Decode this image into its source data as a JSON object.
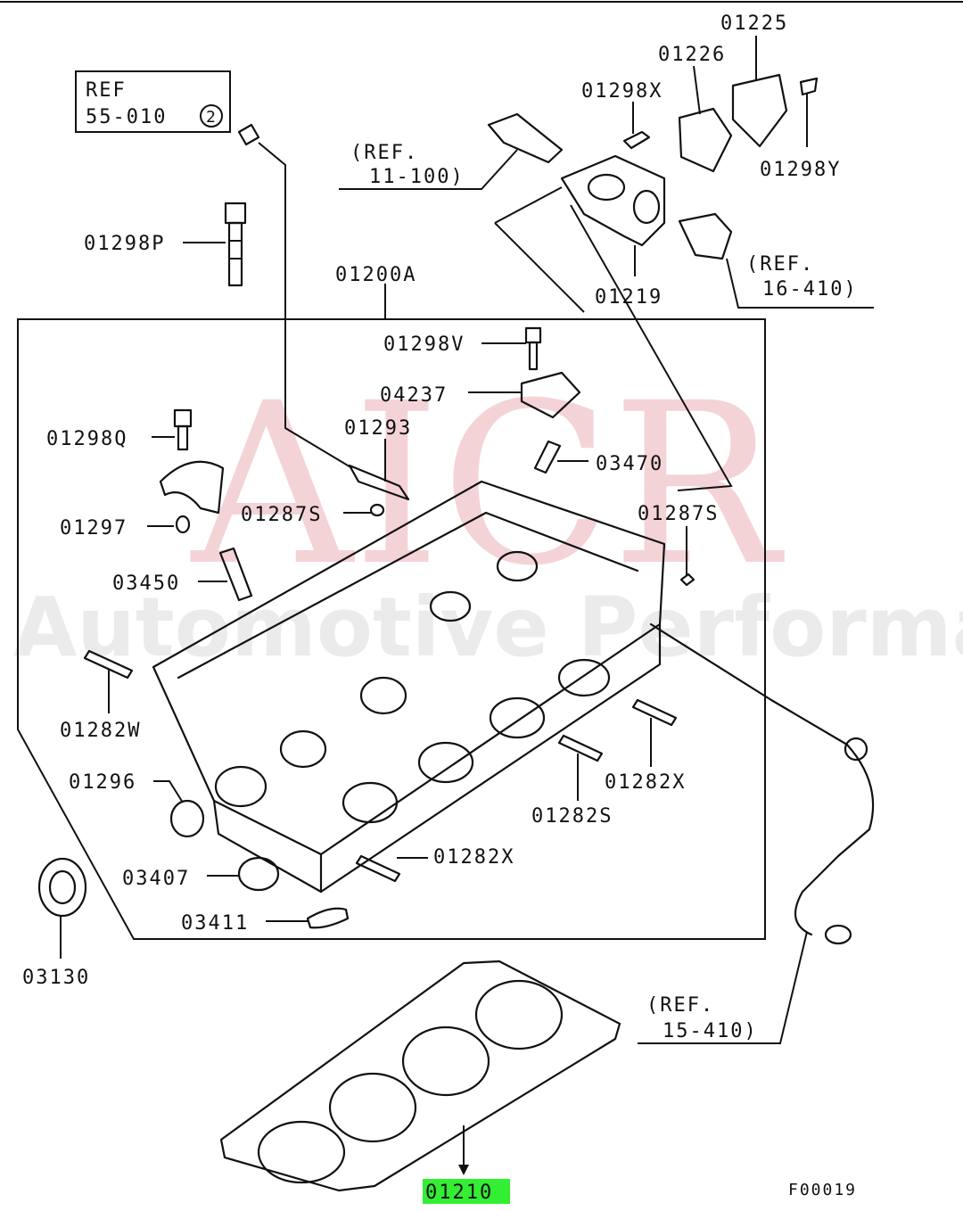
{
  "watermark": {
    "main": "AICR",
    "sub": "Automotive Performance"
  },
  "reference_box": {
    "line1": "REF",
    "line2": "55-010",
    "circled": "2"
  },
  "refs": {
    "ref_11_100_a": "(REF.",
    "ref_11_100_b": "11-100)",
    "ref_16_410_a": "(REF.",
    "ref_16_410_b": "16-410)",
    "ref_15_410_a": "(REF.",
    "ref_15_410_b": "15-410)"
  },
  "labels": {
    "p01225": "01225",
    "p01226": "01226",
    "p01298X": "01298X",
    "p01298Y": "01298Y",
    "p01298P": "01298P",
    "p01200A": "01200A",
    "p01219": "01219",
    "p01298V": "01298V",
    "p04237": "04237",
    "p01293": "01293",
    "p01298Q": "01298Q",
    "p03470": "03470",
    "p01287S_left": "01287S",
    "p01287S_right": "01287S",
    "p01297": "01297",
    "p03450": "03450",
    "p01282W": "01282W",
    "p01296": "01296",
    "p01282X_right": "01282X",
    "p01282S": "01282S",
    "p01282X_bottom": "01282X",
    "p03407": "03407",
    "p03411": "03411",
    "p03130": "03130",
    "p01210": "01210"
  },
  "highlight_color": "#33ee33",
  "figure_code": "F00019"
}
